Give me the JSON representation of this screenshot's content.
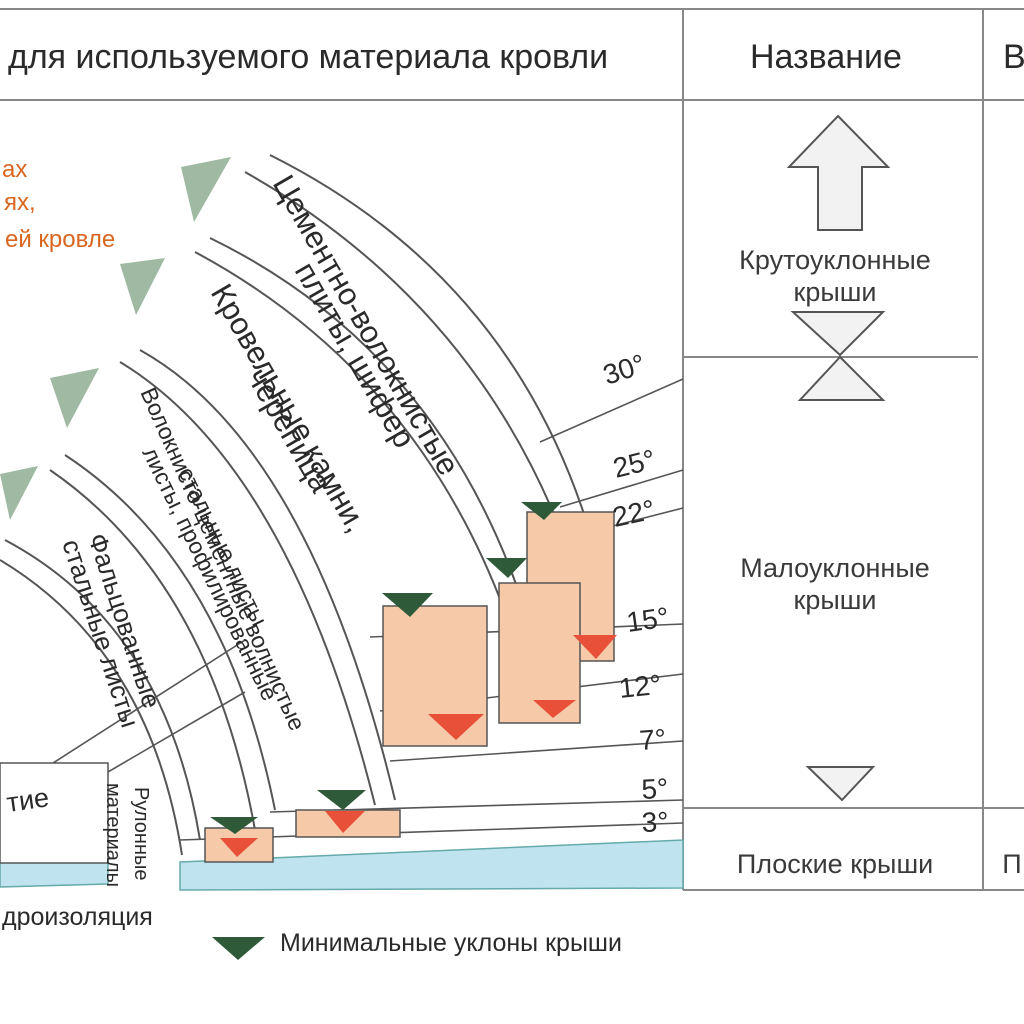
{
  "header": {
    "col_material": "для используемого материала кровли",
    "col_name": "Название",
    "col_next": "В"
  },
  "orange_note": [
    "ах",
    "ях,",
    "ей кровле"
  ],
  "bands": [
    {
      "id": "band1",
      "label_lines": [
        "Цементно-волокнистые",
        "плиты, шифер"
      ]
    },
    {
      "id": "band2",
      "label_lines": [
        "Кровельные камни,",
        "черепица"
      ]
    },
    {
      "id": "band3",
      "label_lines": [
        "Волокнисто-цементные волнистые",
        "листы, профилированные",
        "стальные листы"
      ]
    },
    {
      "id": "band4",
      "label_lines": [
        "Фальцованные",
        "стальные листы"
      ]
    },
    {
      "id": "band5",
      "label_lines": [
        "Рулонные",
        "материалы"
      ]
    }
  ],
  "box_text": "тие",
  "angles": [
    "30°",
    "25°",
    "22°",
    "15°",
    "12°",
    "7°",
    "5°",
    "3°"
  ],
  "roof_types": {
    "steep": [
      "Крутоуклонные",
      "крыши"
    ],
    "low": [
      "Малоуклонные",
      "крыши"
    ],
    "flat": "Плоские крыши",
    "next_col_flat": "П"
  },
  "legend": {
    "waterproofing": "дроизоляция",
    "min_slopes": "Минимальные уклоны крыши"
  },
  "colors": {
    "min_marker": "#2f5a3a",
    "max_marker": "#e8503a",
    "range_fill": "#f6c9a8",
    "water_fill": "#bfe3ef",
    "orange_text": "#d9661f",
    "top_marker": "#9fb9a3"
  }
}
